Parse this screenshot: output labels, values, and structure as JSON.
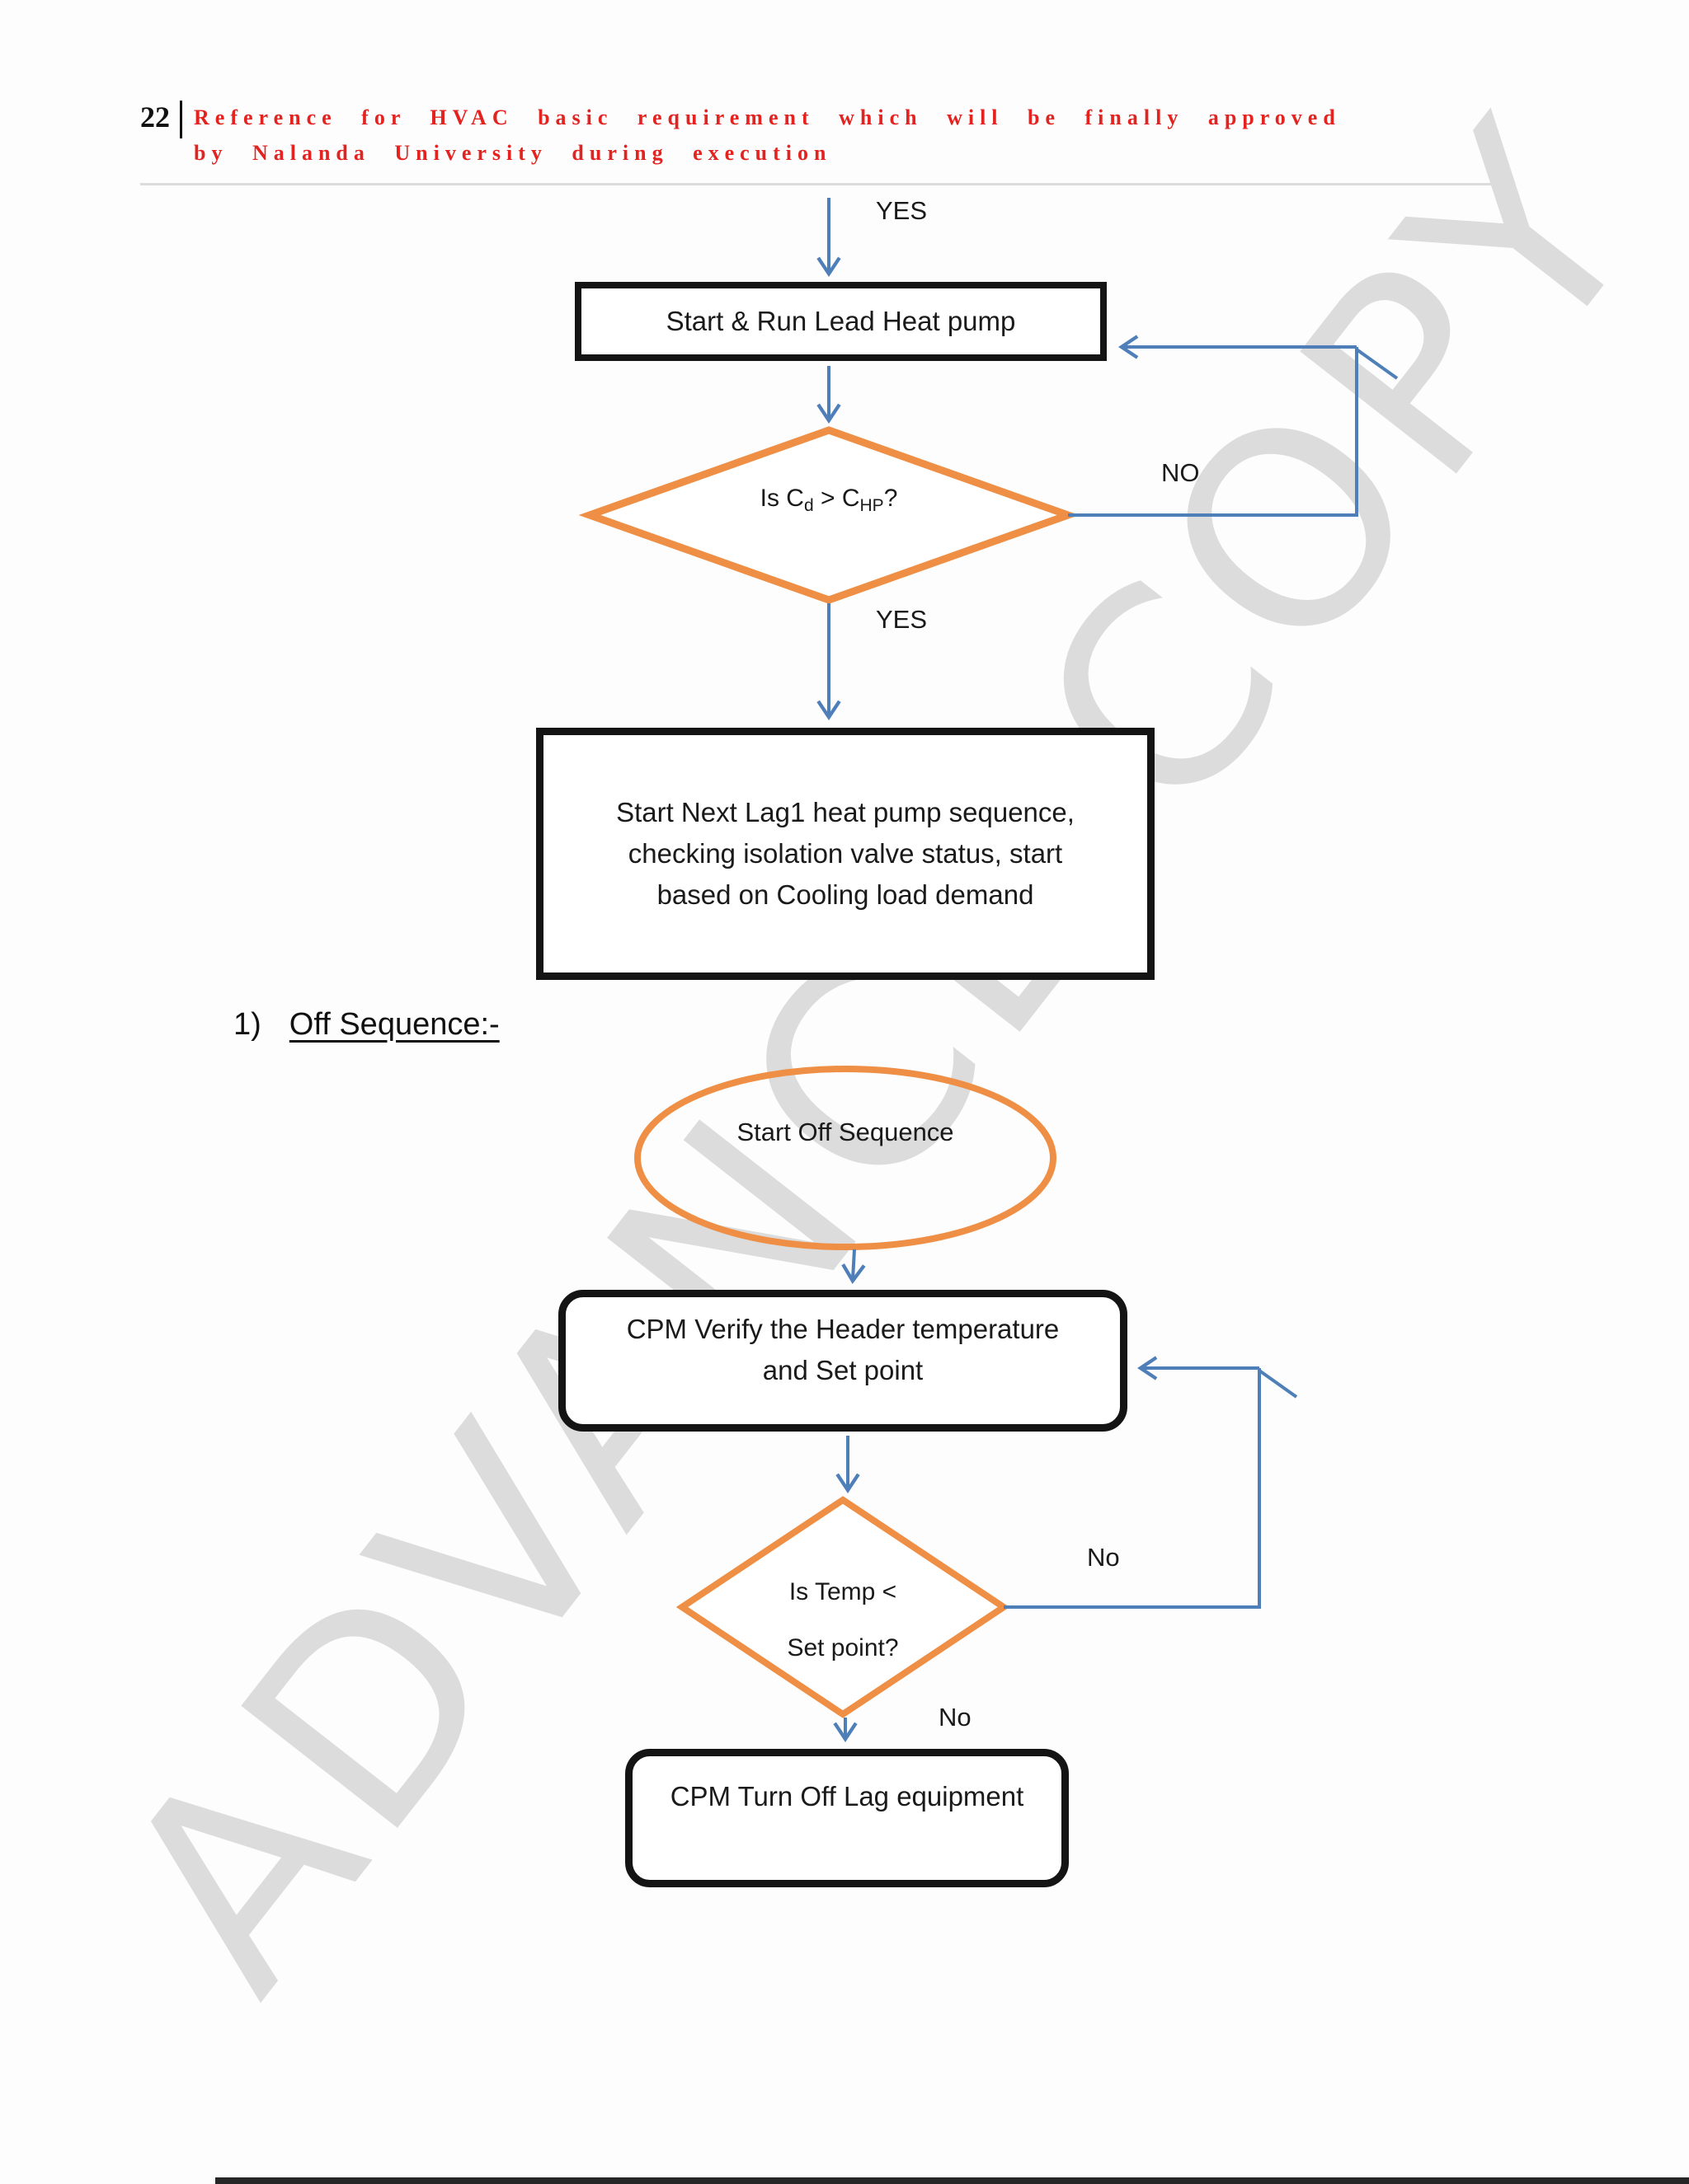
{
  "page": {
    "header": {
      "page_number": "22",
      "line1": "Reference for HVAC basic requirement which will be finally approved",
      "line2": "by Nalanda University during execution"
    },
    "watermark": "ADVANCE COPY",
    "section_heading": {
      "number": "1)",
      "title": "Off Sequence:-"
    },
    "colors": {
      "header_red": "#e32320",
      "accent_orange": "#ee8f45",
      "accent_blue": "#4e7fb8",
      "box_border": "#141414",
      "watermark_gray": "#d2d2d2",
      "footer_bar": "#262626"
    },
    "flow1": {
      "entry_label": "YES",
      "box1": "Start & Run Lead Heat pump",
      "decision": {
        "prefix": "Is C",
        "sub1": "d",
        "middle": " > C",
        "sub2": "HP",
        "suffix": "?"
      },
      "no_label": "NO",
      "yes_label": "YES",
      "box2_lines": [
        "Start Next Lag1 heat pump sequence,",
        "checking isolation valve status, start",
        "based on Cooling load demand"
      ]
    },
    "flow2": {
      "start_label": "Start Off Sequence",
      "verify_box_lines": [
        "CPM Verify the Header temperature",
        "and Set point"
      ],
      "decision_lines": [
        "Is Temp <",
        "Set point?"
      ],
      "no_right": "No",
      "no_bottom": "No",
      "end_box": "CPM Turn Off Lag equipment"
    }
  }
}
